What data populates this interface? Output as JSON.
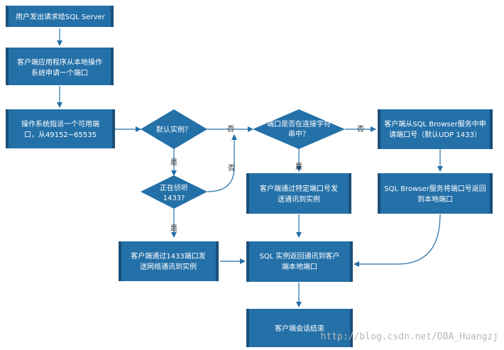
{
  "nodes": {
    "start": [
      "用户发出请求给SQL Server"
    ],
    "alloc_port": [
      "客户端应用程序从本地操作",
      "系统申请一个端口"
    ],
    "os_assign": [
      "操作系统指派一个可用端",
      "口，从49152~65535"
    ],
    "default_instance": [
      "默认实例？"
    ],
    "listening_1433": [
      "正在侦听",
      "1433?"
    ],
    "via_1433": [
      "客户端通过1433端口发",
      "送网络通讯到实例"
    ],
    "port_in_string": [
      "端口是否在连接字符",
      "串中？"
    ],
    "via_specific_port": [
      "客户端通过特定端口号发",
      "送通讯到实例"
    ],
    "browser_request": [
      "客户端从SQL Browser服务中申",
      "请端口号（默认UDP 1433）"
    ],
    "browser_return": [
      "SQL Browser服务将端口号返回",
      "到本地端口"
    ],
    "instance_return": [
      "SQL 实例返回通讯到客户",
      "端本地端口"
    ],
    "end_session": [
      "客户端会话结束"
    ]
  },
  "edge_labels": {
    "yes": "是",
    "no": "否"
  },
  "watermark": "http://blog.csdn.net/DBA_Huangzj"
}
